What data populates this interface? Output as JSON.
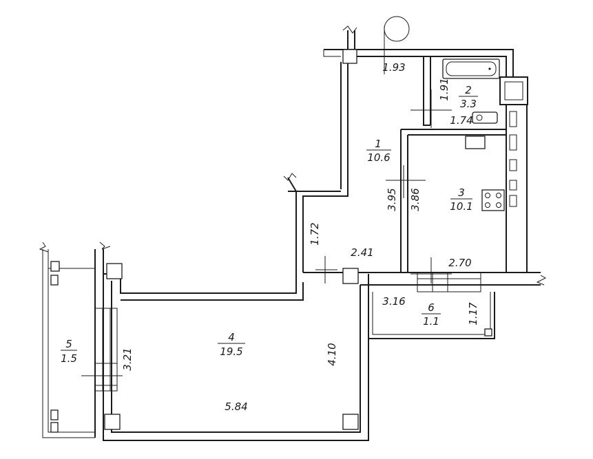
{
  "rooms": [
    {
      "number": "1",
      "area": "10.6"
    },
    {
      "number": "2",
      "area": "3.3"
    },
    {
      "number": "3",
      "area": "10.1"
    },
    {
      "number": "4",
      "area": "19.5"
    },
    {
      "number": "5",
      "area": "1.5"
    },
    {
      "number": "6",
      "area": "1.1"
    }
  ],
  "dimensions": {
    "d_193": "1.93",
    "d_191": "1.91",
    "d_174": "1.74",
    "d_395": "3.95",
    "d_386": "3.86",
    "d_172": "1.72",
    "d_241": "2.41",
    "d_270": "2.70",
    "d_316": "3.16",
    "d_117": "1.17",
    "d_321": "3.21",
    "d_410": "4.10",
    "d_584": "5.84"
  }
}
